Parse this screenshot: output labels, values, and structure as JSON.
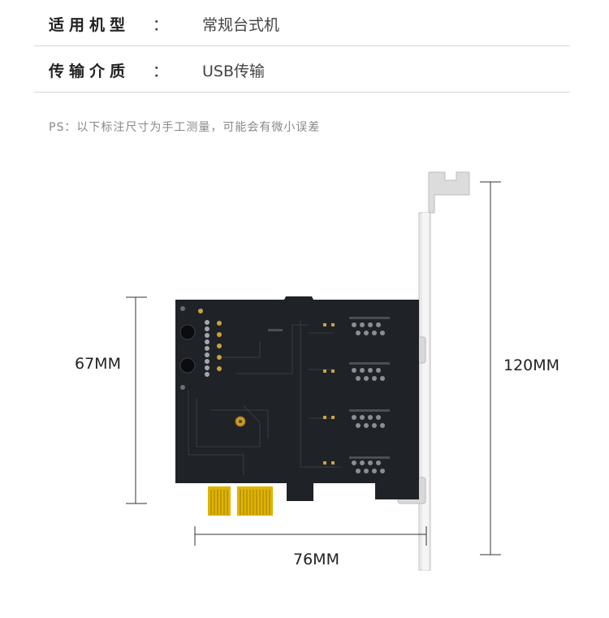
{
  "specs": [
    {
      "label": "适用机型",
      "colon": "：",
      "value": "常规台式机"
    },
    {
      "label": "传输介质",
      "colon": "：",
      "value": "USB传输"
    }
  ],
  "note": "PS：以下标注尺寸为手工测量，可能会有微小误差",
  "dimensions": {
    "height_left": "67MM",
    "height_right": "120MM",
    "width_bottom": "76MM"
  },
  "colors": {
    "pcb": "#1f2226",
    "gold": "#e0b400",
    "bracket": "#e6e6e6",
    "line": "#333333"
  }
}
